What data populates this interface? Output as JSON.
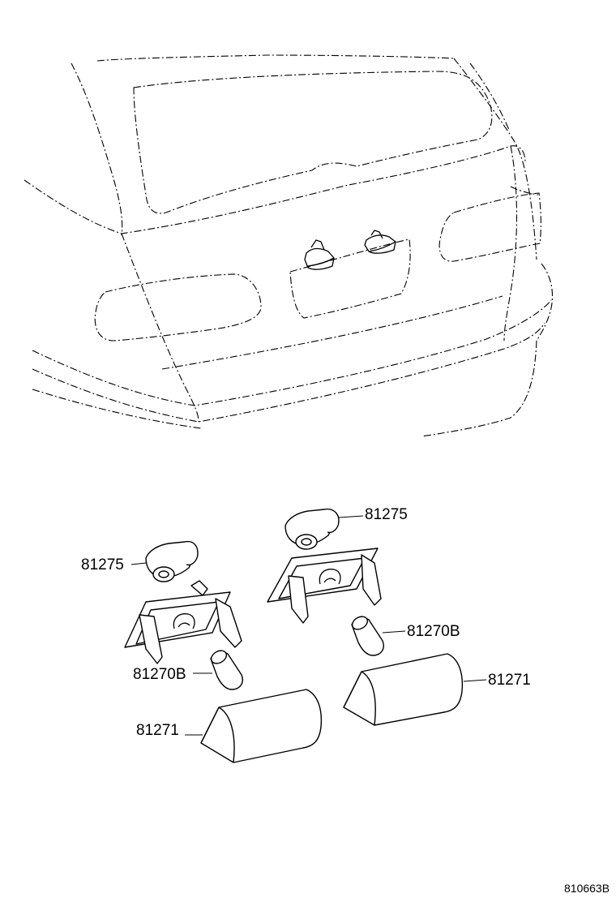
{
  "figure_id": "810663B",
  "callouts": {
    "socket_right": "81275",
    "socket_left": "81275",
    "bulb_right": "81270B",
    "bulb_left": "81270B",
    "lens_right": "81271",
    "lens_left": "81271"
  }
}
